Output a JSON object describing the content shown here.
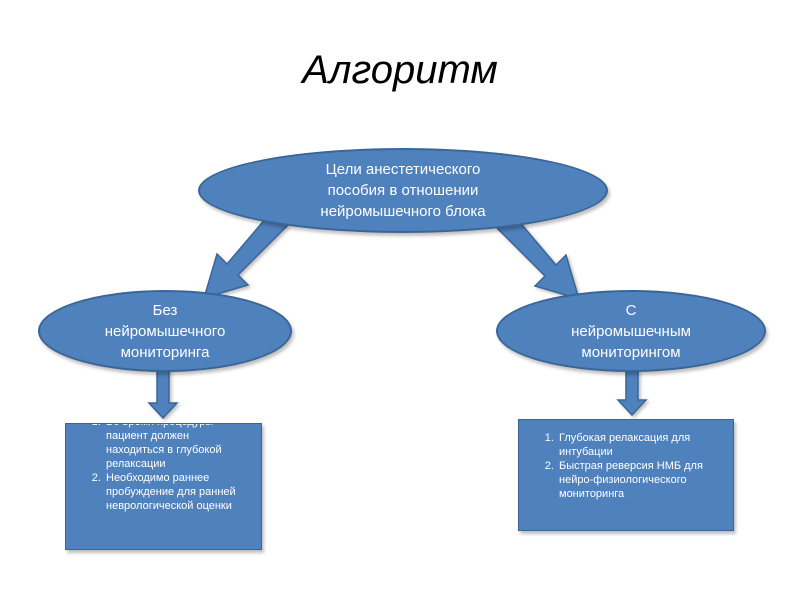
{
  "title": "Алгоритм",
  "nodes": {
    "top": [
      "Цели анестетического",
      "пособия в отношении",
      "нейромышечного блока"
    ],
    "left": [
      "Без",
      "нейромышечного",
      "мониторинга"
    ],
    "right": [
      "С",
      "нейромышечным",
      "мониторингом"
    ]
  },
  "lists": {
    "left": [
      "Во время процедуры пациент должен находиться в глубокой релаксации",
      "Необходимо раннее пробуждение  для ранней неврологической оценки"
    ],
    "right": [
      "Глубокая релаксация для интубации",
      "Быстрая реверсия НМБ для нейро-физиологического мониторинга"
    ]
  },
  "colors": {
    "fill": "#4f81bd",
    "stroke": "#3a6596"
  }
}
